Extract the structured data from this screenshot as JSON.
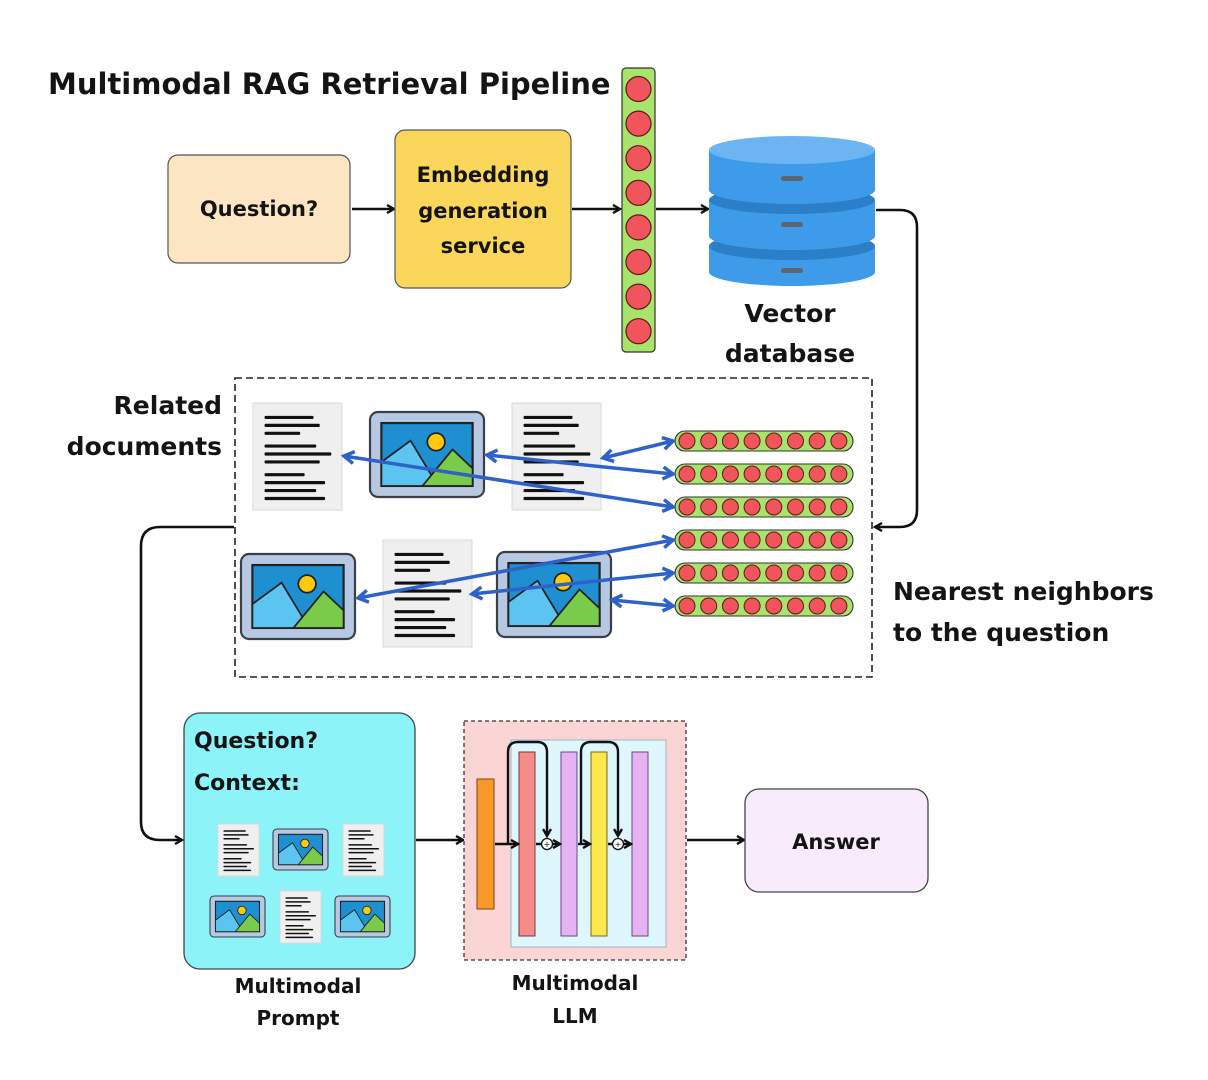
{
  "title": "Multimodal RAG Retrieval Pipeline",
  "nodes": {
    "question": {
      "label": "Question?",
      "color": "#FCE5C3"
    },
    "embedding_service": {
      "lines": [
        "Embedding",
        "generation",
        "service"
      ],
      "color": "#FAD65A"
    },
    "embedding_vector": {
      "count": 8,
      "fill": "#A8E36C",
      "dot": "#F2545B"
    },
    "vector_database": {
      "lines": [
        "Vector",
        "database"
      ],
      "color": "#3D9BEA",
      "top_color": "#6CB4F2",
      "band_color": "#2A7FC8"
    },
    "related_documents": {
      "lines": [
        "Related",
        "documents"
      ]
    },
    "nearest_neighbors": {
      "lines": [
        "Nearest neighbors",
        "to the question"
      ],
      "vector_count": 6,
      "dots_per_vector": 8
    },
    "prompt": {
      "question_label": "Question?",
      "context_label": "Context:",
      "caption": [
        "Multimodal",
        "Prompt"
      ],
      "color": "#8CF3F8"
    },
    "llm": {
      "caption": [
        "Multimodal",
        "LLM"
      ],
      "bg": "#FBD4D4",
      "inner_bg": "#DDF7FC",
      "layers": [
        "#F79A2B",
        "#F58B8B",
        "#E6B3F2",
        "#FAE84E",
        "#E6B3F2"
      ]
    },
    "answer": {
      "label": "Answer",
      "color": "#F8ECFC"
    }
  },
  "documents_top": [
    "text",
    "image",
    "text"
  ],
  "documents_bottom": [
    "image",
    "text",
    "image"
  ],
  "prompt_docs_top": [
    "text",
    "image",
    "text"
  ],
  "prompt_docs_bottom": [
    "image",
    "text",
    "image"
  ],
  "colors": {
    "arrow": "#111111",
    "link": "#2E62C9"
  }
}
